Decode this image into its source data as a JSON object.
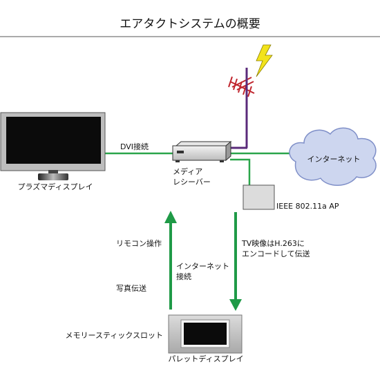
{
  "title": "エアタクトシステムの概要",
  "labels": {
    "plasma_display": "プラズマディスプレイ",
    "dvi": "DVI接続",
    "media_receiver_1": "メディア",
    "media_receiver_2": "レシーバー",
    "internet": "インターネット",
    "access_point": "IEEE 802.11a AP",
    "remote_control": "リモコン操作",
    "photo_transfer": "写真伝送",
    "internet_connection_1": "インターネット",
    "internet_connection_2": "接続",
    "tv_encode_1": "TV映像はH.263に",
    "tv_encode_2": "エンコードして伝送",
    "memory_stick_slot": "メモリースティックスロット",
    "palette_display": "パレットディスプレイ"
  },
  "colors": {
    "network_line": "#2aa54a",
    "antenna": "#c0262e",
    "antenna_cable": "#5a2a7a",
    "lightning": "#f2e31c",
    "cloud_fill": "#cdd6ef",
    "cloud_stroke": "#7f8fc8",
    "arrow": "#1f9a47"
  },
  "icons": {
    "antenna": "tv-antenna-icon",
    "lightning": "lightning-bolt-icon",
    "cloud": "cloud-icon"
  }
}
